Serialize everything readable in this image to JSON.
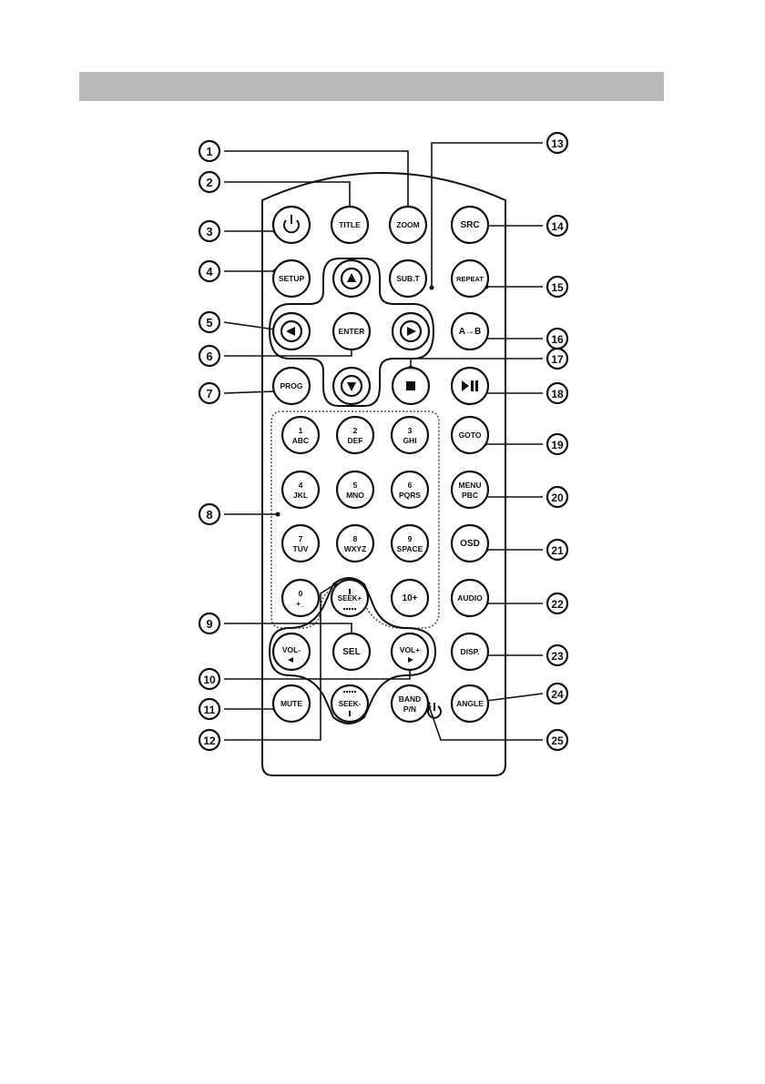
{
  "colors": {
    "header_bar": "#b9b9b9",
    "line": "#111111",
    "body_fill": "#ffffff"
  },
  "icons": {
    "power": "power-icon",
    "up": "triangle-up-icon",
    "down": "triangle-down-icon",
    "left": "triangle-left-icon",
    "right": "triangle-right-icon",
    "stop": "stop-square-icon",
    "play_pause": "play-pause-icon"
  },
  "buttons": {
    "title": [
      "TITLE"
    ],
    "zoom": [
      "ZOOM"
    ],
    "src": [
      "SRC"
    ],
    "setup": [
      "SETUP"
    ],
    "subt": [
      "SUB.T"
    ],
    "repeat": [
      "REPEAT"
    ],
    "enter": [
      "ENTER"
    ],
    "ab": [
      "A→B"
    ],
    "prog": [
      "PROG"
    ],
    "goto": [
      "GOTO"
    ],
    "n1": [
      "1",
      "ABC"
    ],
    "n2": [
      "2",
      "DEF"
    ],
    "n3": [
      "3",
      "GHI"
    ],
    "n4": [
      "4",
      "JKL"
    ],
    "n5": [
      "5",
      "MNO"
    ],
    "n6": [
      "6",
      "PQRS"
    ],
    "menu": [
      "MENU",
      "PBC"
    ],
    "n7": [
      "7",
      "TUV"
    ],
    "n8": [
      "8",
      "WXYZ"
    ],
    "n9": [
      "9",
      "SPACE"
    ],
    "osd": [
      "OSD"
    ],
    "n0": [
      "0",
      "+_"
    ],
    "seekp": [
      "SEEK+"
    ],
    "n10": [
      "10+"
    ],
    "audio": [
      "AUDIO"
    ],
    "volm": [
      "VOL-"
    ],
    "sel": [
      "SEL"
    ],
    "volp": [
      "VOL+"
    ],
    "disp": [
      "DISP."
    ],
    "mute": [
      "MUTE"
    ],
    "seekm": [
      "SEEK-"
    ],
    "band": [
      "BAND",
      "P/N"
    ],
    "angle": [
      "ANGLE"
    ]
  },
  "callouts": [
    "1",
    "2",
    "3",
    "4",
    "5",
    "6",
    "7",
    "8",
    "9",
    "10",
    "11",
    "12",
    "13",
    "14",
    "15",
    "16",
    "17",
    "18",
    "19",
    "20",
    "21",
    "22",
    "23",
    "24",
    "25"
  ]
}
